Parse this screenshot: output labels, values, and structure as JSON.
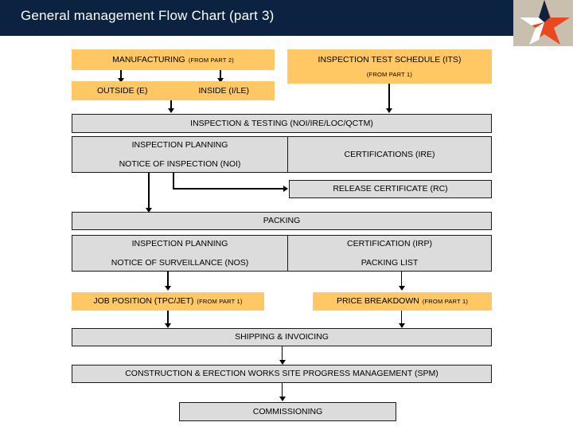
{
  "header": {
    "title": "General management Flow Chart (part 3)",
    "bar_color": "#0b2240",
    "logo_bg_color": "#c9bfae",
    "logo_accent_color": "#e8491f",
    "logo_name": "star-logo"
  },
  "palette": {
    "amber": "#ffc864",
    "gray": "#dcdcdc",
    "border": "#1a1a1a",
    "text": "#000000"
  },
  "flow": {
    "manufacturing": {
      "label": "MANUFACTURING",
      "note": "(FROM PART 2)"
    },
    "outside": {
      "label": "OUTSIDE (E)"
    },
    "inside": {
      "label": "INSIDE (I/LE)"
    },
    "its": {
      "label": "INSPECTION TEST SCHEDULE (ITS)",
      "note": "(FROM PART 1)"
    },
    "inspection_testing": {
      "label": "INSPECTION & TESTING (NOI/IRE/LOC/QCTM)"
    },
    "inspection_planning_1": {
      "line1": "INSPECTION PLANNING",
      "line2": "NOTICE OF INSPECTION (NOI)"
    },
    "certifications_ire": {
      "label": "CERTIFICATIONS (IRE)"
    },
    "release_certificate": {
      "label": "RELEASE CERTIFICATE (RC)"
    },
    "packing": {
      "label": "PACKING"
    },
    "inspection_planning_2": {
      "line1": "INSPECTION PLANNING",
      "line2": "NOTICE OF SURVEILLANCE (NOS)"
    },
    "certification_irp": {
      "line1": "CERTIFICATION (IRP)",
      "line2": "PACKING LIST"
    },
    "job_position": {
      "label": "JOB POSITION (TPC/JET)",
      "note": "(FROM PART 1)"
    },
    "price_breakdown": {
      "label": "PRICE BREAKDOWN",
      "note": "(FROM PART 1)"
    },
    "shipping_invoicing": {
      "label": "SHIPPING & INVOICING"
    },
    "construction_erection": {
      "label": "CONSTRUCTION & ERECTION WORKS SITE PROGRESS MANAGEMENT (SPM)"
    },
    "commissioning": {
      "label": "COMMISSIONING"
    }
  }
}
